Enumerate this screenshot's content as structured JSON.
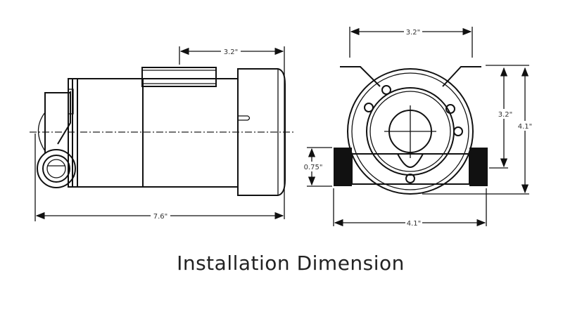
{
  "side_view": {
    "motor_length_label": "3.2\"",
    "total_length_label": "7.6\""
  },
  "front_view": {
    "bracket_width_label": "3.2\"",
    "mount_height_label": "3.2\"",
    "total_height_label": "4.1\"",
    "port_diameter_label": "0.75\"",
    "total_width_label": "4.1\""
  },
  "caption": "Installation Dimension"
}
